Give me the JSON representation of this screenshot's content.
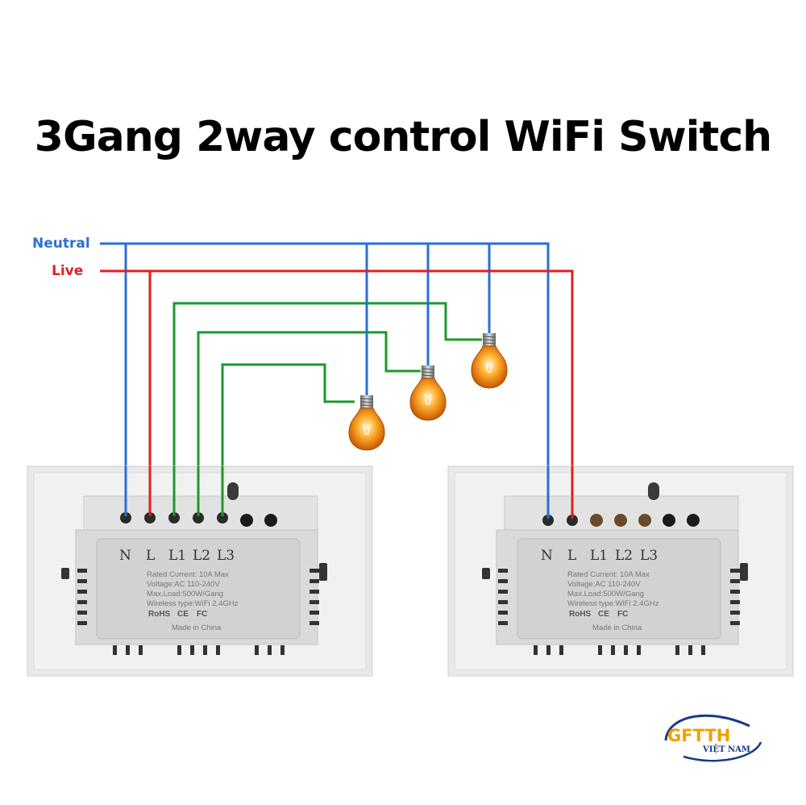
{
  "title": "3Gang 2way control WiFi Switch",
  "legend": {
    "neutral": "Neutral",
    "live": "Live"
  },
  "colors": {
    "neutral": "#2a6fd6",
    "live": "#e02020",
    "switched": "#1a9a2a",
    "panel": "#ececec",
    "title": "#000000"
  },
  "switch_left": {
    "terminals": [
      "N",
      "L",
      "L1",
      "L2",
      "L3"
    ],
    "specs": [
      "Rated Current: 10A Max",
      "Voltage:AC 110-240V",
      "Max.Load:500W/Gang",
      "Wireless type:WiFi 2.4GHz"
    ],
    "marks": [
      "RoHS",
      "CE",
      "FC"
    ],
    "made_in": "Made in China"
  },
  "switch_right": {
    "terminals": [
      "N",
      "L",
      "L1",
      "L2",
      "L3"
    ],
    "specs": [
      "Rated Current: 10A Max",
      "Voltage:AC 110-240V",
      "Max.Load:500W/Gang",
      "Wireless type:WiFi 2.4GHz"
    ],
    "marks": [
      "RoHS",
      "CE",
      "FC"
    ],
    "made_in": "Made in China"
  },
  "logo": {
    "brand": "GFTTH",
    "sub": "VIỆT NAM"
  }
}
